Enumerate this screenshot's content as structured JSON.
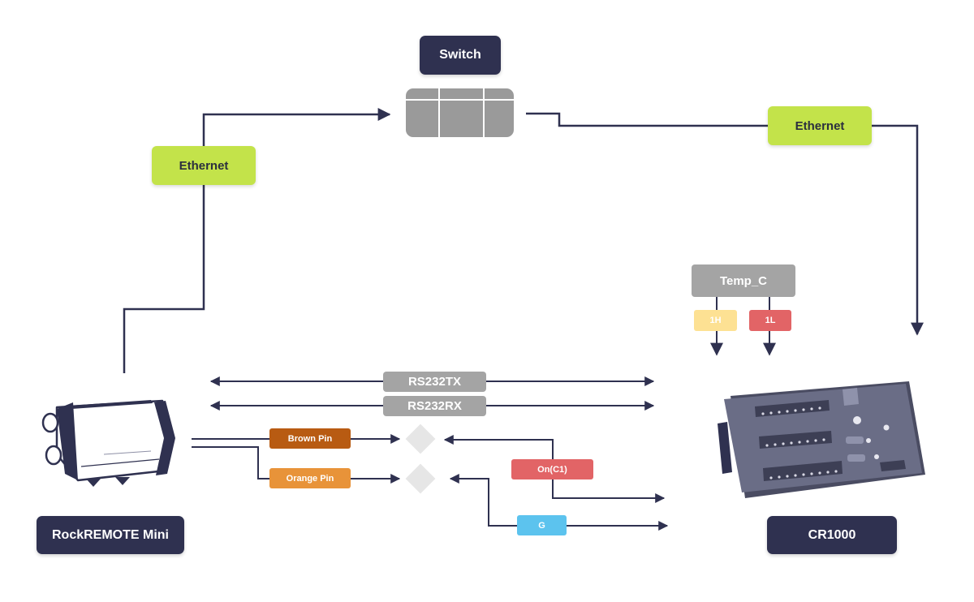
{
  "nodes": {
    "switch": {
      "label": "Switch"
    },
    "rockremote": {
      "label": "RockREMOTE Mini"
    },
    "cr1000": {
      "label": "CR1000"
    },
    "temp": {
      "label": "Temp_C"
    }
  },
  "links": {
    "ethernet_left": "Ethernet",
    "ethernet_right": "Ethernet",
    "rs232tx": "RS232TX",
    "rs232rx": "RS232RX",
    "brown_pin": "Brown Pin",
    "orange_pin": "Orange Pin",
    "on_c1": "On(C1)",
    "g": "G",
    "h1": "1H",
    "l1": "1L"
  },
  "colors": {
    "navy": "#2f3150",
    "ethernet": "#c3e34a",
    "line": "#2f3150",
    "grey_bus": "#a4a4a4",
    "brown": "#b85b12",
    "orange": "#e89339",
    "on_c1": "#e26466",
    "g": "#5cc3ee",
    "h1": "#fde193",
    "l1": "#e26466",
    "device": "#6a6d86"
  }
}
